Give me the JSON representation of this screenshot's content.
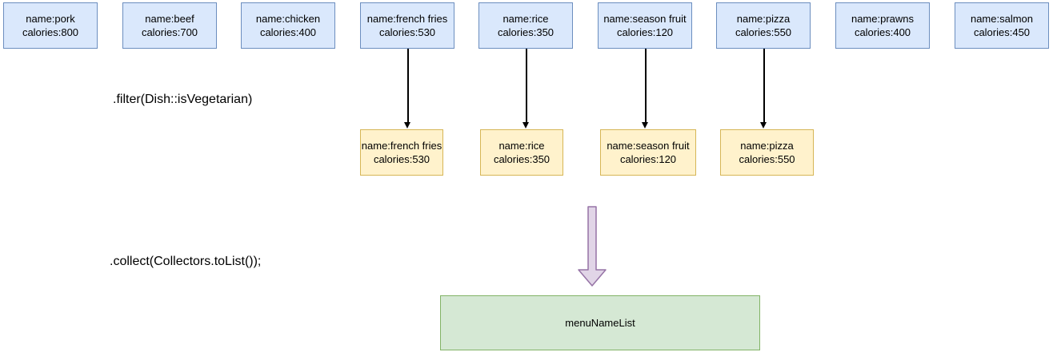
{
  "labels": {
    "filter": ".filter(Dish::isVegetarian)",
    "collect": ".collect(Collectors.toList());"
  },
  "source_dishes": [
    {
      "name": "name:pork",
      "calories": "calories:800",
      "has_filter_arrow": false
    },
    {
      "name": "name:beef",
      "calories": "calories:700",
      "has_filter_arrow": false
    },
    {
      "name": "name:chicken",
      "calories": "calories:400",
      "has_filter_arrow": false
    },
    {
      "name": "name:french fries",
      "calories": "calories:530",
      "has_filter_arrow": true
    },
    {
      "name": "name:rice",
      "calories": "calories:350",
      "has_filter_arrow": true
    },
    {
      "name": "name:season fruit",
      "calories": "calories:120",
      "has_filter_arrow": true
    },
    {
      "name": "name:pizza",
      "calories": "calories:550",
      "has_filter_arrow": true
    },
    {
      "name": "name:prawns",
      "calories": "calories:400",
      "has_filter_arrow": false
    },
    {
      "name": "name:salmon",
      "calories": "calories:450",
      "has_filter_arrow": false
    }
  ],
  "filtered_dishes": [
    {
      "name": "name:french fries",
      "calories": "calories:530"
    },
    {
      "name": "name:rice",
      "calories": "calories:350"
    },
    {
      "name": "name:season fruit",
      "calories": "calories:120"
    },
    {
      "name": "name:pizza",
      "calories": "calories:550"
    }
  ],
  "result": {
    "label": "menuNameList"
  },
  "colors": {
    "blue_fill": "#dae8fc",
    "blue_border": "#6c8ebf",
    "yellow_fill": "#fff2cc",
    "yellow_border": "#d6b656",
    "green_fill": "#d5e8d4",
    "green_border": "#82b366",
    "purple_fill": "#e1d5e7",
    "purple_border": "#9673a6",
    "arrow_color": "#000000",
    "text_color": "#000000"
  }
}
